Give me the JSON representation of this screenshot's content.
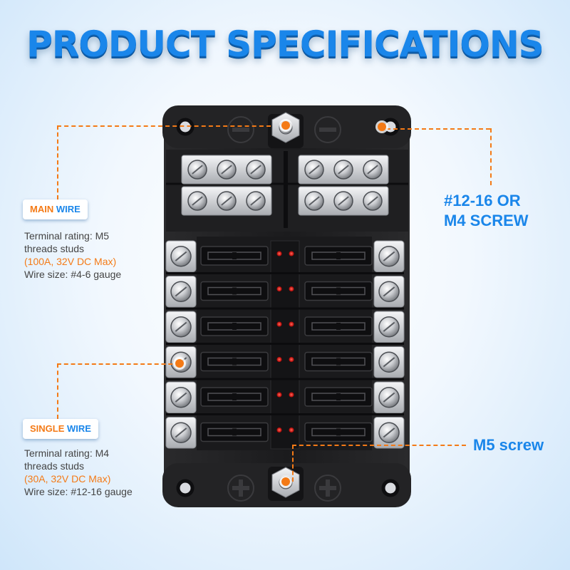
{
  "title": "PRODUCT SPECIFICATIONS",
  "main_wire": {
    "badge_primary": "MAIN",
    "badge_secondary": "WIRE",
    "rating_line1": "Terminal rating: M5",
    "rating_line2": "threads studs",
    "rating_highlight": "(100A, 32V DC Max)",
    "wire_size": "Wire size: #4-6 gauge"
  },
  "single_wire": {
    "badge_primary": "SINGLE",
    "badge_secondary": "WIRE",
    "rating_line1": "Terminal rating: M4",
    "rating_line2": "threads studs",
    "rating_highlight": "(30A, 32V DC Max)",
    "wire_size": "Wire size: #12-16 gauge"
  },
  "screw_callout": {
    "line1": "#12-16 OR",
    "line2": "M4 SCREW"
  },
  "m5_callout": "M5 screw",
  "colors": {
    "title_blue": "#1a86ea",
    "accent_orange": "#f47a16",
    "body_text": "#444444",
    "housing_black": "#1c1c1e",
    "led_red": "#e01010"
  },
  "icons": [
    "plus-sign-icon",
    "minus-sign-icon"
  ]
}
